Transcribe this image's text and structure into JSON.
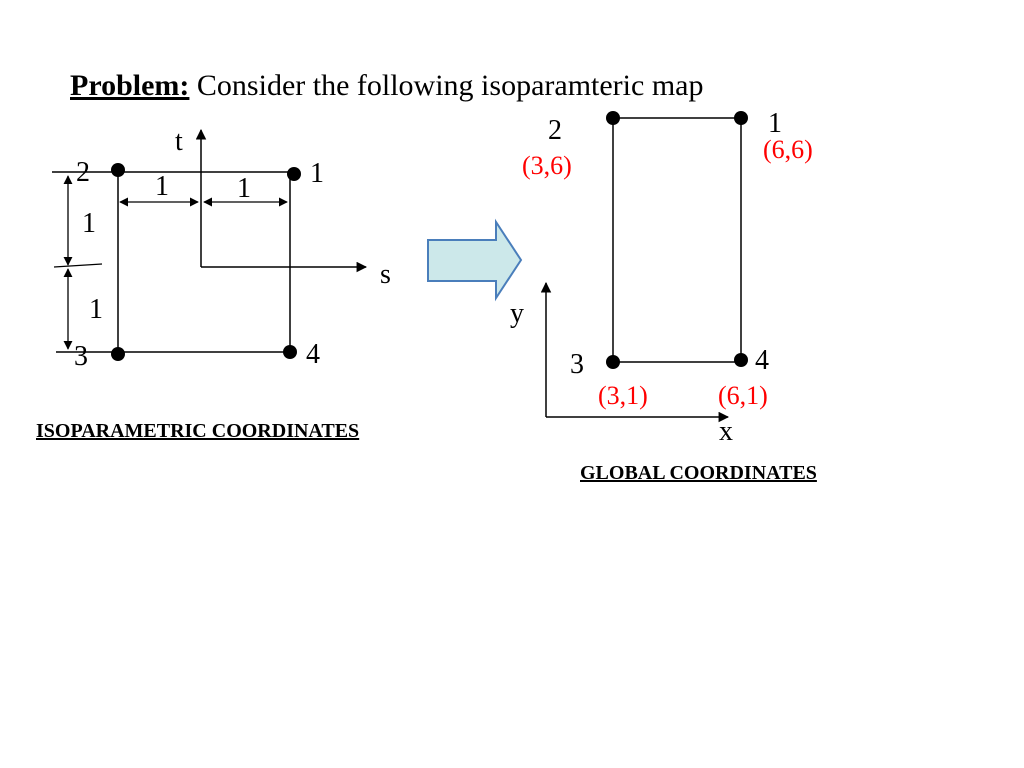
{
  "title": {
    "lead": "Problem:",
    "text": "Consider the following isoparamteric map"
  },
  "iso": {
    "axis_t": "t",
    "axis_s": "s",
    "node_labels": [
      "1",
      "2",
      "3",
      "4"
    ],
    "dim_top_left": "1",
    "dim_top_right": "1",
    "dim_left_upper": "1",
    "dim_left_lower": "1",
    "caption": "ISOPARAMETRIC COORDINATES"
  },
  "global": {
    "axis_x": "x",
    "axis_y": "y",
    "node_labels": [
      "1",
      "2",
      "3",
      "4"
    ],
    "coords": [
      "(6,6)",
      "(3,6)",
      "(3,1)",
      "(6,1)"
    ],
    "caption": "GLOBAL COORDINATES"
  },
  "colors": {
    "coordinate_text": "#ff0000",
    "arrow_fill": "#cce8ea",
    "arrow_stroke": "#4a7ebb"
  }
}
